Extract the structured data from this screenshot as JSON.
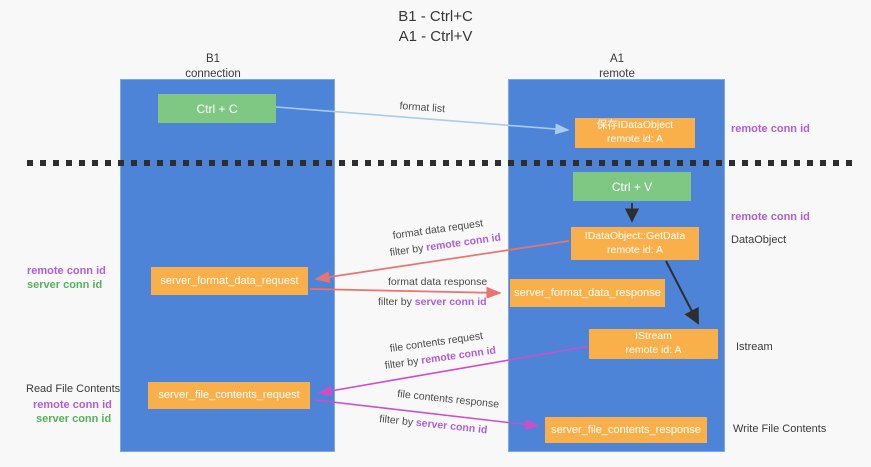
{
  "title": {
    "line1": "B1 - Ctrl+C",
    "line2": "A1 - Ctrl+V"
  },
  "columns": {
    "left": {
      "name": "B1",
      "sub": "connection"
    },
    "right": {
      "name": "A1",
      "sub": "remote"
    }
  },
  "boxes": {
    "ctrl_c": "Ctrl + C",
    "save_idataobject": {
      "line1": "保存IDataObject",
      "line2": "remote id: A"
    },
    "ctrl_v": "Ctrl + V",
    "getdata": {
      "line1": "IDataObject::GetData",
      "line2": "remote id: A"
    },
    "format_request": "server_format_data_request",
    "format_response": "server_format_data_response",
    "istream": {
      "line1": "IStream",
      "line2": "remote id: A"
    },
    "file_request": "server_file_contents_request",
    "file_response": "server_file_contents_response"
  },
  "arrow_labels": {
    "format_list": "format list",
    "format_data_request": "format data request",
    "format_data_response": "format data response",
    "file_contents_request": "file contents request",
    "file_contents_response": "file contents response",
    "filter_by": "filter by "
  },
  "conn_ids": {
    "remote": "remote conn id",
    "server": "server conn id"
  },
  "side_labels": {
    "dataobject": "DataObject",
    "istream": "Istream",
    "read_file_contents": "Read File Contents",
    "write_file_contents": "Write File Contents"
  },
  "colors": {
    "lane_blue": "#4d84d8",
    "box_green": "#7ec883",
    "box_orange": "#f9b04a",
    "arrow_blue": "#a8ccec",
    "arrow_red": "#e97370",
    "arrow_magenta": "#cb4fcb",
    "arrow_black": "#2e2e2e",
    "remote_conn_purple": "#ae5fd6",
    "server_conn_green": "#56b25c",
    "background": "#f8f8f8"
  }
}
